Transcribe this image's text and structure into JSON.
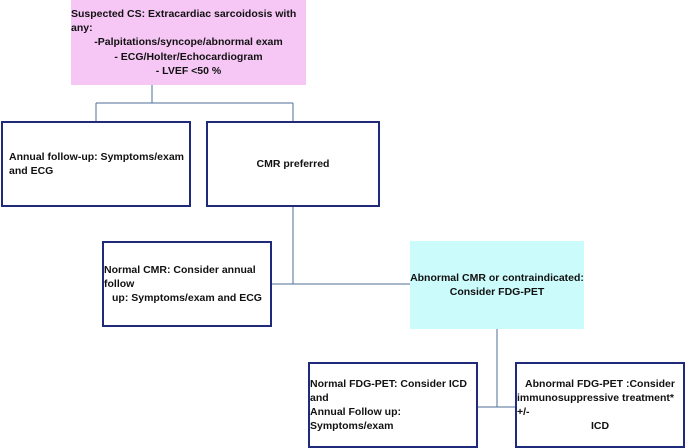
{
  "nodes": {
    "suspected": {
      "lines": [
        "Suspected CS: Extracardiac sarcoidosis with any:",
        "-Palpitations/syncope/abnormal exam",
        "- ECG/Holter/Echocardiogram",
        "- LVEF <50 %"
      ],
      "fill": "#f6c7f5"
    },
    "annual": {
      "lines": [
        "Annual follow-up: Symptoms/exam",
        "and ECG"
      ]
    },
    "cmr": {
      "lines": [
        "CMR preferred"
      ]
    },
    "normal_cmr": {
      "lines": [
        "Normal CMR: Consider  annual follow",
        "up: Symptoms/exam and ECG"
      ]
    },
    "abnormal_cmr": {
      "lines": [
        "Abnormal CMR or contraindicated:",
        "Consider FDG-PET"
      ],
      "fill": "#cbfbfb"
    },
    "normal_fdg": {
      "lines": [
        "Normal FDG-PET: Consider ICD and",
        "Annual Follow up: Symptoms/exam"
      ]
    },
    "abnormal_fdg": {
      "lines": [
        "Abnormal FDG-PET :Consider",
        "immunosuppressive treatment* +/-",
        "ICD"
      ]
    }
  },
  "colors": {
    "box_border": "#1f2a7a",
    "connector": "#4d6f9a"
  }
}
